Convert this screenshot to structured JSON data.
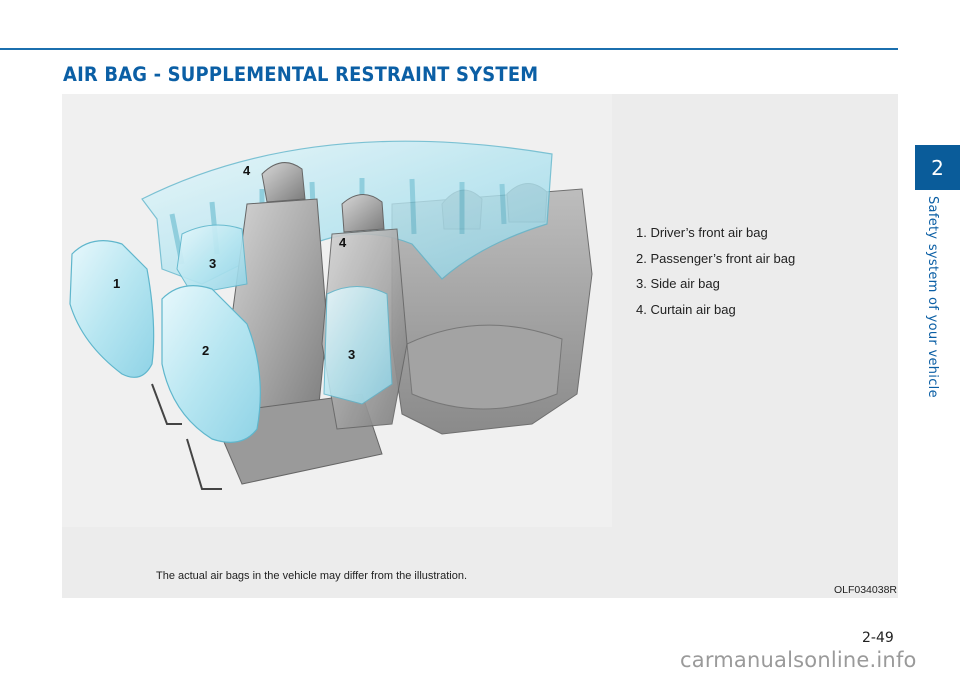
{
  "header": {
    "title": "AIR BAG - SUPPLEMENTAL RESTRAINT SYSTEM",
    "accent_color": "#0b5fa5"
  },
  "figure": {
    "callouts": [
      {
        "number": "1",
        "meaning": "drivers-front"
      },
      {
        "number": "2",
        "meaning": "passengers-front"
      },
      {
        "number": "3",
        "meaning": "side-front"
      },
      {
        "number": "3",
        "meaning": "side-rear"
      },
      {
        "number": "4",
        "meaning": "curtain-front"
      },
      {
        "number": "4",
        "meaning": "curtain-rear"
      }
    ],
    "legend": [
      "1. Driver’s front air bag",
      "2. Passenger’s front air bag",
      "3. Side air bag",
      "4. Curtain air bag"
    ],
    "caption": "The actual air bags in the vehicle may differ from the illustration.",
    "code": "OLF034038R"
  },
  "sidebar": {
    "chapter_number": "2",
    "chapter_title": "Safety system of your vehicle",
    "tab_color": "#0a5c9a"
  },
  "footer": {
    "page_number": "2-49",
    "watermark": "carmanualsonline.info"
  }
}
